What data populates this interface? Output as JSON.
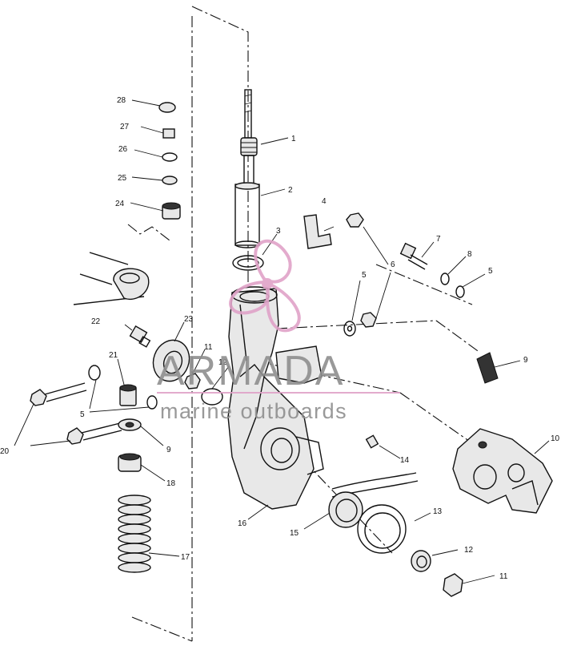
{
  "watermark": {
    "brand": "ARMADA",
    "tagline": "marine outboards",
    "accent_color": "#e0a3c8",
    "text_color": "#8f8f8f",
    "icon": "propeller-logo-icon"
  },
  "callouts": [
    {
      "id": "c1",
      "label": "1"
    },
    {
      "id": "c2",
      "label": "2"
    },
    {
      "id": "c3",
      "label": "3"
    },
    {
      "id": "c4",
      "label": "4"
    },
    {
      "id": "c5a",
      "label": "5"
    },
    {
      "id": "c5b",
      "label": "5"
    },
    {
      "id": "c5c",
      "label": "5"
    },
    {
      "id": "c6",
      "label": "6"
    },
    {
      "id": "c7",
      "label": "7"
    },
    {
      "id": "c8",
      "label": "8"
    },
    {
      "id": "c9a",
      "label": "9"
    },
    {
      "id": "c9b",
      "label": "9"
    },
    {
      "id": "c10",
      "label": "10"
    },
    {
      "id": "c11a",
      "label": "11"
    },
    {
      "id": "c11b",
      "label": "11"
    },
    {
      "id": "c12a",
      "label": "12"
    },
    {
      "id": "c12b",
      "label": "12"
    },
    {
      "id": "c13",
      "label": "13"
    },
    {
      "id": "c14",
      "label": "14"
    },
    {
      "id": "c15",
      "label": "15"
    },
    {
      "id": "c16",
      "label": "16"
    },
    {
      "id": "c17",
      "label": "17"
    },
    {
      "id": "c18",
      "label": "18"
    },
    {
      "id": "c20",
      "label": "20"
    },
    {
      "id": "c21",
      "label": "21"
    },
    {
      "id": "c22",
      "label": "22"
    },
    {
      "id": "c23",
      "label": "23"
    },
    {
      "id": "c24",
      "label": "24"
    },
    {
      "id": "c25",
      "label": "25"
    },
    {
      "id": "c26",
      "label": "26"
    },
    {
      "id": "c27",
      "label": "27"
    },
    {
      "id": "c28",
      "label": "28"
    }
  ]
}
